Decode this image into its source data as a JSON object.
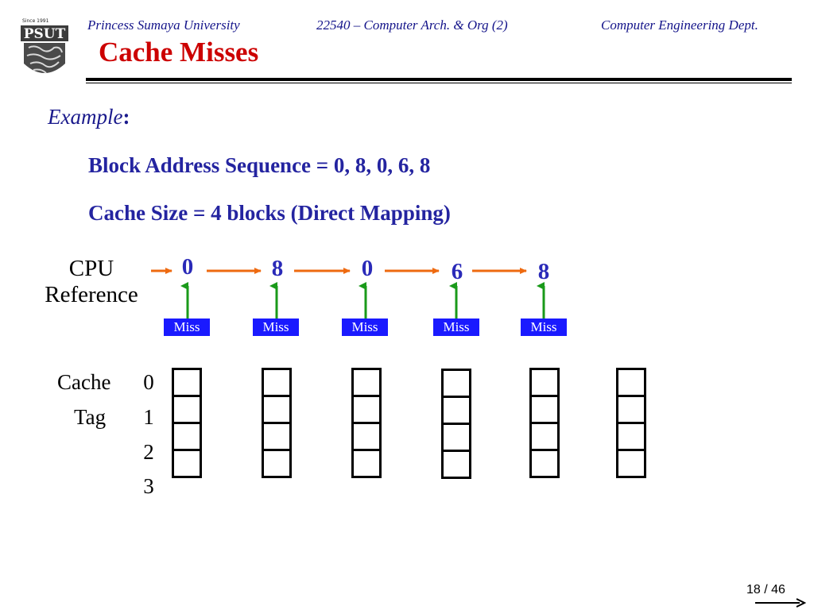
{
  "header": {
    "logo_text": "PSUT",
    "logo_since": "Since 1991",
    "left": "Princess Sumaya University",
    "center": "22540 – Computer Arch. & Org (2)",
    "right": "Computer Engineering Dept."
  },
  "title": "Cache Misses",
  "example": {
    "label": "Example",
    "colon": ":",
    "sequence_line": "Block Address Sequence = 0, 8, 0, 6, 8",
    "size_line": "Cache Size = 4 blocks (Direct Mapping)"
  },
  "cpu_reference": {
    "label_line1": "CPU",
    "label_line2": "Reference",
    "refs": [
      "0",
      "8",
      "0",
      "6",
      "8"
    ],
    "results": [
      "Miss",
      "Miss",
      "Miss",
      "Miss",
      "Miss"
    ]
  },
  "cache": {
    "label": "Cache",
    "tag_label": "Tag",
    "indices": [
      "0",
      "1",
      "2",
      "3"
    ]
  },
  "footer": {
    "page": "18 / 46"
  },
  "colors": {
    "title": "#cc0000",
    "header_text": "#14148a",
    "body_text": "#2424a0",
    "arrow_orange": "#ee6a10",
    "arrow_green": "#1a9a1a",
    "miss_badge": "#1a1aff"
  }
}
